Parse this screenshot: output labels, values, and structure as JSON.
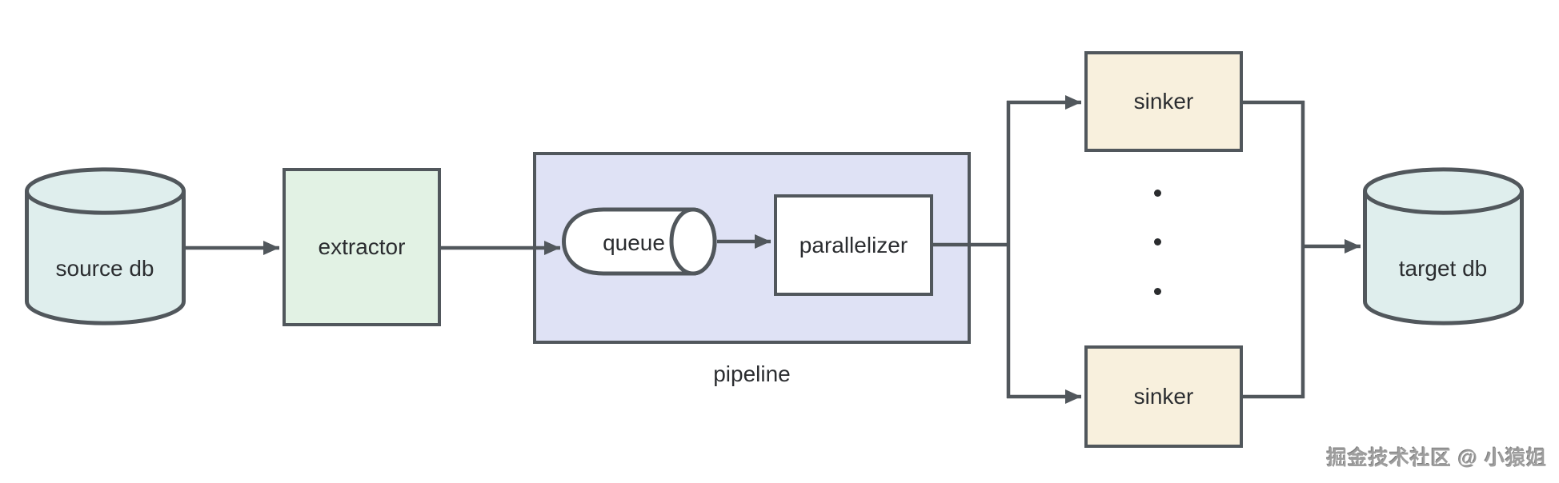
{
  "colors": {
    "background": "#ffffff",
    "stroke": "#51575c",
    "text": "#2b2d30",
    "db_fill": "#dfeeed",
    "extractor_fill": "#e2f2e4",
    "pipeline_fill": "#dfe2f5",
    "queue_fill": "#ffffff",
    "parallelizer_fill": "#ffffff",
    "sinker_fill": "#f8f0dd",
    "dot_color": "#2a2c2e",
    "watermark_color": "#9e9e9e"
  },
  "nodes": {
    "source_db": {
      "label": "source db",
      "shape": "cylinder-vertical"
    },
    "extractor": {
      "label": "extractor",
      "shape": "rect"
    },
    "pipeline_group": {
      "label": "pipeline",
      "shape": "group"
    },
    "queue": {
      "label": "queue",
      "shape": "cylinder-horizontal"
    },
    "parallelizer": {
      "label": "parallelizer",
      "shape": "rect"
    },
    "sinker_top": {
      "label": "sinker",
      "shape": "rect"
    },
    "sinker_bottom": {
      "label": "sinker",
      "shape": "rect"
    },
    "target_db": {
      "label": "target db",
      "shape": "cylinder-vertical"
    }
  },
  "ellipsis": {
    "dot_count": 3
  },
  "watermark": {
    "text": "掘金技术社区 @ 小猿姐"
  }
}
